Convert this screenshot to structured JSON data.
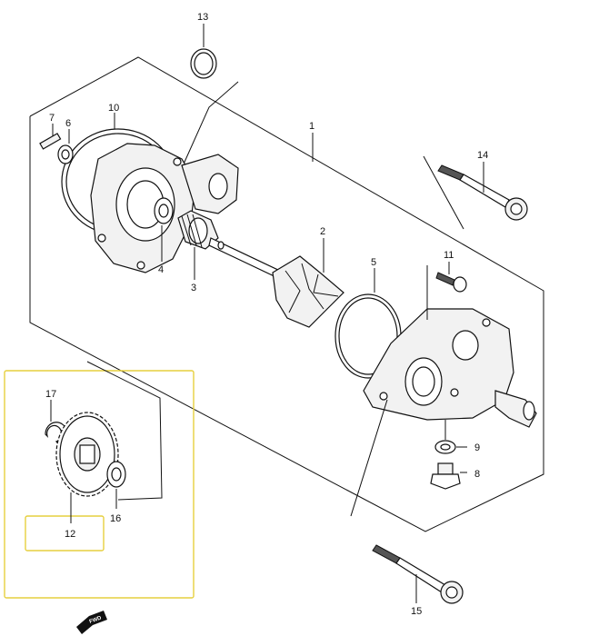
{
  "callouts": {
    "n1": "1",
    "n2": "2",
    "n3": "3",
    "n4": "4",
    "n5": "5",
    "n6": "6",
    "n7": "7",
    "n8": "8",
    "n9": "9",
    "n10": "10",
    "n11": "11",
    "n12": "12",
    "n13": "13",
    "n14": "14",
    "n15": "15",
    "n16": "16",
    "n17": "17"
  },
  "fwd_label": "FWD",
  "colors": {
    "line": "#111111",
    "highlight": "#e6cf3e",
    "background": "#ffffff"
  }
}
